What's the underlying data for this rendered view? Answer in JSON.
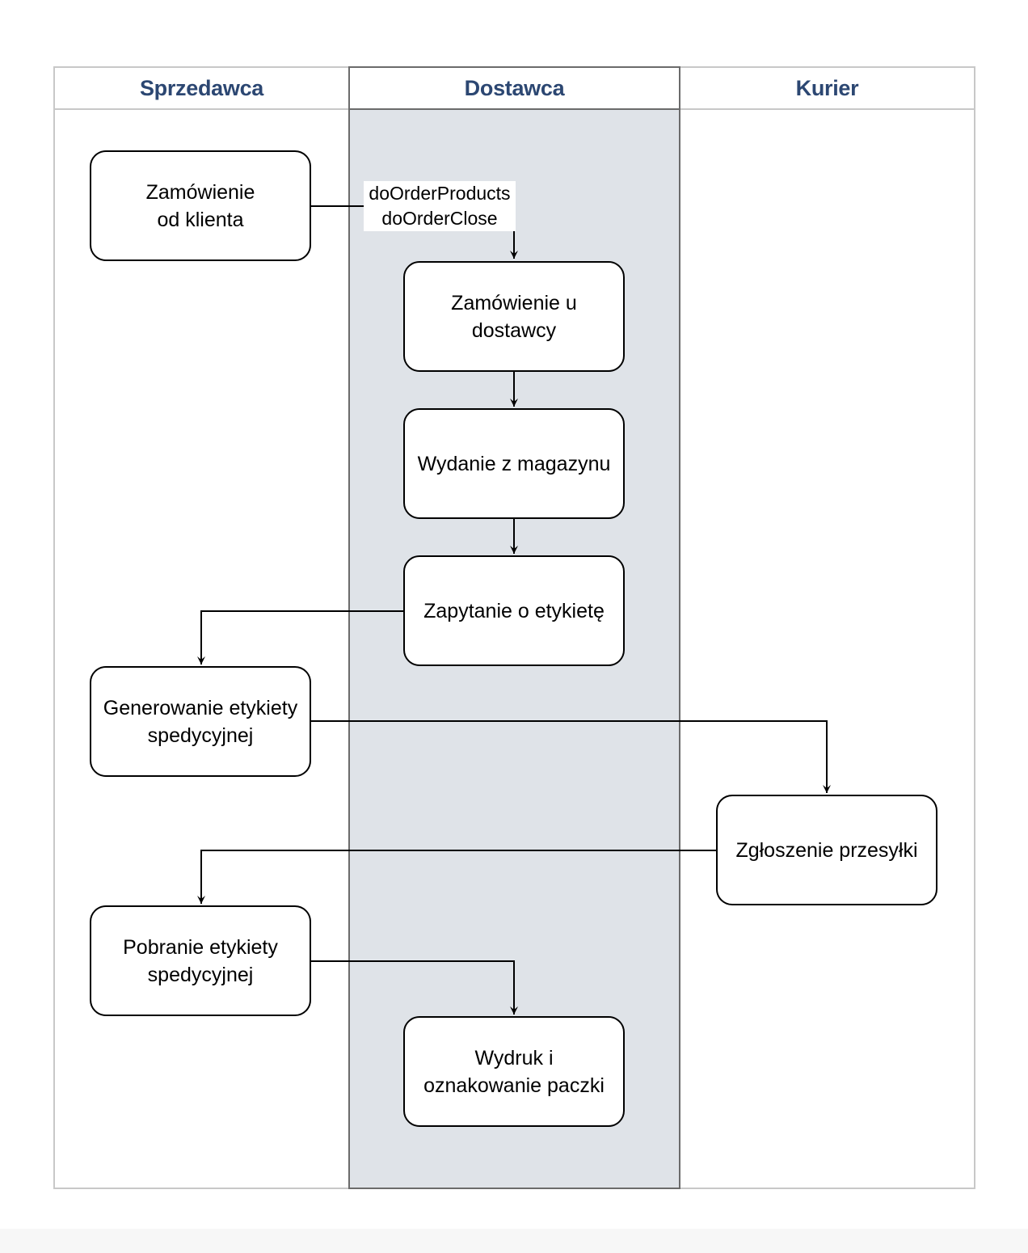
{
  "colors": {
    "lane_header_text": "#2c4772",
    "supplier_lane_fill": "#dfe3e8",
    "lane_border_light": "#c8c8c8",
    "lane_border_dark": "#6b6b6b",
    "node_border": "#000000",
    "node_fill": "#ffffff"
  },
  "lanes": [
    {
      "id": "sprzedawca",
      "label": "Sprzedawca"
    },
    {
      "id": "dostawca",
      "label": "Dostawca"
    },
    {
      "id": "kurier",
      "label": "Kurier"
    }
  ],
  "nodes": {
    "zamowienie_od_klienta": {
      "lane": "sprzedawca",
      "label": "Zamówienie\nod klienta"
    },
    "zamowienie_u_dostawcy": {
      "lane": "dostawca",
      "label": "Zamówienie u\ndostawcy"
    },
    "wydanie_z_magazynu": {
      "lane": "dostawca",
      "label": "Wydanie z magazynu"
    },
    "zapytanie_o_etykiete": {
      "lane": "dostawca",
      "label": "Zapytanie o etykietę"
    },
    "generowanie_etykiety": {
      "lane": "sprzedawca",
      "label": "Generowanie etykiety\nspedycyjnej"
    },
    "zgloszenie_przesylki": {
      "lane": "kurier",
      "label": "Zgłoszenie przesyłki"
    },
    "pobranie_etykiety": {
      "lane": "sprzedawca",
      "label": "Pobranie etykiety\nspedycyjnej"
    },
    "wydruk_i_oznakowanie": {
      "lane": "dostawca",
      "label": "Wydruk i\noznakowanie paczki"
    }
  },
  "edges": [
    {
      "from": "zamowienie_od_klienta",
      "to": "zamowienie_u_dostawcy",
      "label": "doOrderProducts\ndoOrderClose"
    },
    {
      "from": "zamowienie_u_dostawcy",
      "to": "wydanie_z_magazynu"
    },
    {
      "from": "wydanie_z_magazynu",
      "to": "zapytanie_o_etykiete"
    },
    {
      "from": "zapytanie_o_etykiete",
      "to": "generowanie_etykiety"
    },
    {
      "from": "generowanie_etykiety",
      "to": "zgloszenie_przesylki"
    },
    {
      "from": "zgloszenie_przesylki",
      "to": "pobranie_etykiety"
    },
    {
      "from": "pobranie_etykiety",
      "to": "wydruk_i_oznakowanie"
    }
  ]
}
